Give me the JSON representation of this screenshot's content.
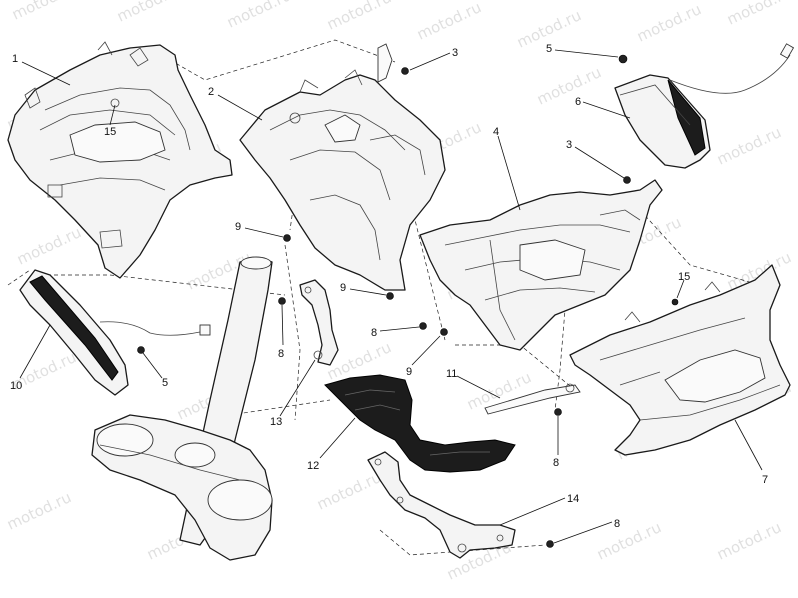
{
  "watermark": "motod.ru",
  "callouts": {
    "c1": "1",
    "c2": "2",
    "c3a": "3",
    "c3b": "3",
    "c4": "4",
    "c5a": "5",
    "c5b": "5",
    "c6": "6",
    "c7": "7",
    "c8a": "8",
    "c8b": "8",
    "c8c": "8",
    "c8d": "8",
    "c9a": "9",
    "c9b": "9",
    "c9c": "9",
    "c10": "10",
    "c11": "11",
    "c12": "12",
    "c13": "13",
    "c14": "14",
    "c15a": "15",
    "c15b": "15"
  }
}
